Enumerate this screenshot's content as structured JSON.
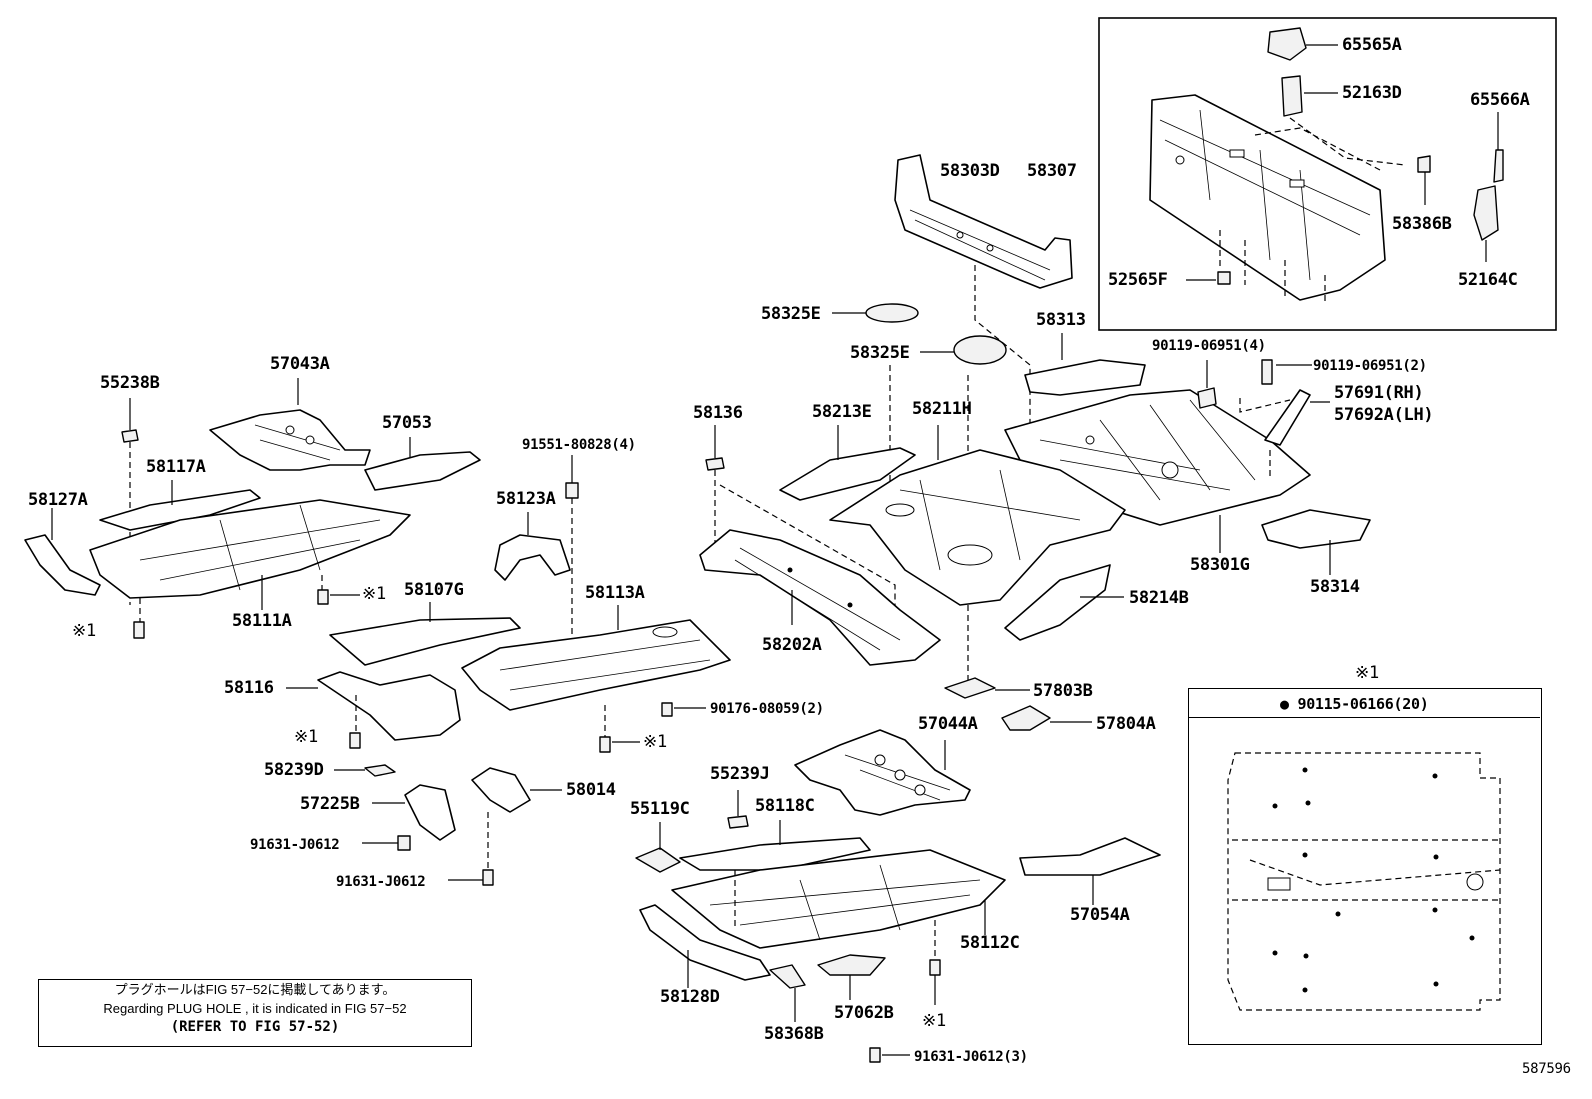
{
  "labels": {
    "p65565A": "65565A",
    "p52163D": "52163D",
    "p65566A": "65566A",
    "p58303D": "58303D",
    "p58307": "58307",
    "p58386B": "58386B",
    "p52565F": "52565F",
    "p52164C": "52164C",
    "p58325E_a": "58325E",
    "p58313": "58313",
    "p58325E_b": "58325E",
    "p90119_4": "90119-06951(4)",
    "p90119_2": "90119-06951(2)",
    "p57691": "57691(RH)",
    "p57692A": "57692A(LH)",
    "p55238B": "55238B",
    "p57043A": "57043A",
    "p57053": "57053",
    "p58136": "58136",
    "p58213E": "58213E",
    "p58211H": "58211H",
    "p91551": "91551-80828(4)",
    "p58117A": "58117A",
    "p58127A": "58127A",
    "p58123A": "58123A",
    "p58301G": "58301G",
    "p58314": "58314",
    "p58111A": "58111A",
    "p58107G": "58107G",
    "p58113A": "58113A",
    "p58214B": "58214B",
    "p58202A": "58202A",
    "p58116": "58116",
    "p90176": "90176-08059(2)",
    "p57803B": "57803B",
    "p57044A": "57044A",
    "p57804A": "57804A",
    "p58239D": "58239D",
    "p55239J": "55239J",
    "p58014": "58014",
    "p57225B": "57225B",
    "p55119C": "55119C",
    "p58118C": "58118C",
    "p91631_a": "91631-J0612",
    "p91631_b": "91631-J0612",
    "p57054A": "57054A",
    "p58112C": "58112C",
    "p58128D": "58128D",
    "p57062B": "57062B",
    "p58368B": "58368B",
    "p91631_3": "91631-J0612(3)",
    "ref1": "※1",
    "figno": "587596"
  },
  "legend": {
    "title": "※1",
    "item": "● 90115-06166(20)"
  },
  "note": {
    "line1": "プラグホールはFIG 57−52に掲載してあります。",
    "line2": "Regarding  PLUG  HOLE , it is indicated in FIG  57−52",
    "line3": "(REFER TO FIG 57-52)"
  }
}
